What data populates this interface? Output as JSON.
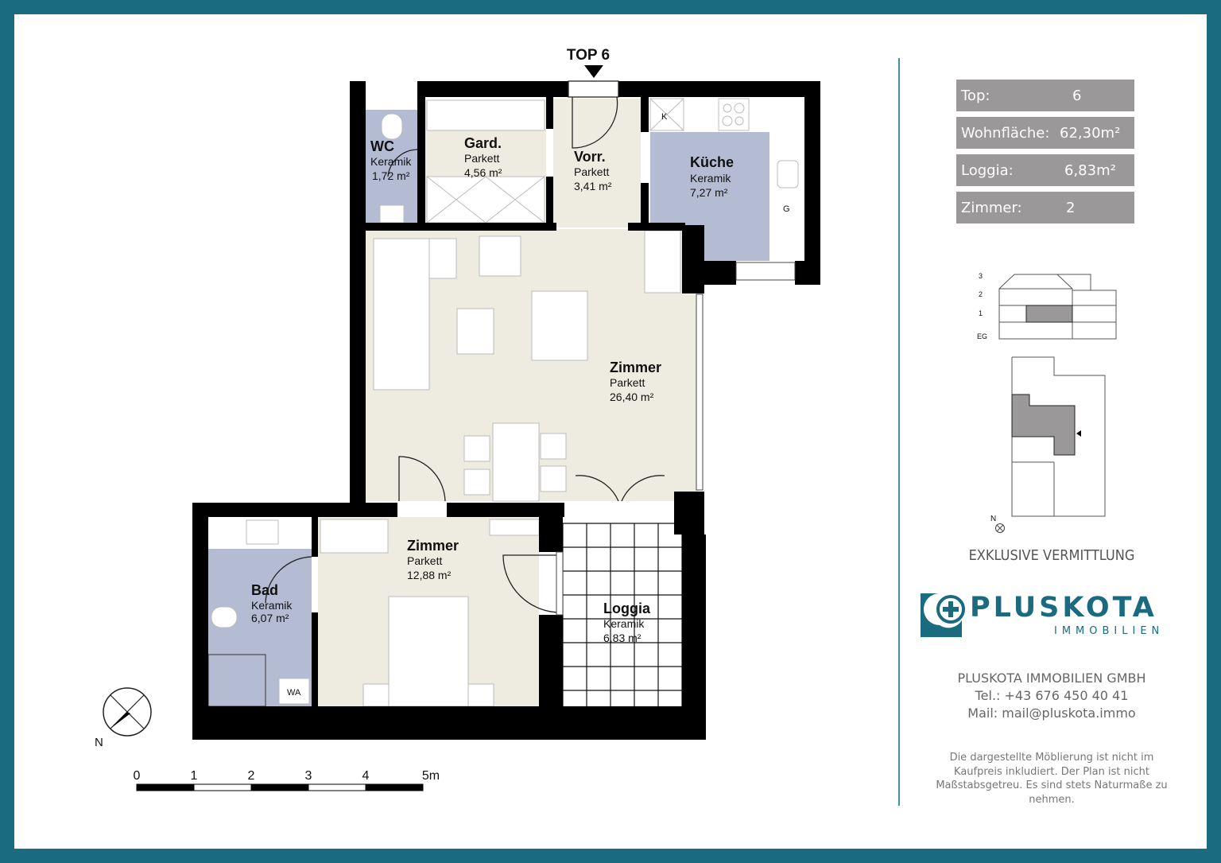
{
  "unit": {
    "label": "TOP 6"
  },
  "rooms": [
    {
      "name": "WC",
      "floor": "Keramik",
      "area": "1,72 m²"
    },
    {
      "name": "Gard.",
      "floor": "Parkett",
      "area": "4,56 m²"
    },
    {
      "name": "Vorr.",
      "floor": "Parkett",
      "area": "3,41 m²"
    },
    {
      "name": "Küche",
      "floor": "Keramik",
      "area": "7,27 m²"
    },
    {
      "name": "Zimmer",
      "floor": "Parkett",
      "area": "26,40 m²"
    },
    {
      "name": "Zimmer",
      "floor": "Parkett",
      "area": "12,88 m²"
    },
    {
      "name": "Bad",
      "floor": "Keramik",
      "area": "6,07 m²"
    },
    {
      "name": "Loggia",
      "floor": "Keramik",
      "area": "6,83 m²"
    }
  ],
  "fixtures": {
    "kitchen_k": "K",
    "kitchen_g": "G",
    "washer": "WA"
  },
  "compass": {
    "north_label": "N"
  },
  "scale_bar": {
    "ticks": [
      "0",
      "1",
      "2",
      "3",
      "4",
      "5m"
    ]
  },
  "summary": {
    "rows": [
      {
        "label": "Top:",
        "value": "6"
      },
      {
        "label": "Wohnfläche:",
        "value": "62,30m²"
      },
      {
        "label": "Loggia:",
        "value": "6,83m²"
      },
      {
        "label": "Zimmer:",
        "value": "2"
      }
    ]
  },
  "location_diagram": {
    "floors": [
      "3",
      "2",
      "1",
      "EG"
    ],
    "highlighted_floor": "1",
    "north_label": "N"
  },
  "branding": {
    "exclusive": "EXKLUSIVE VERMITTLUNG",
    "logo_main": "PLUSKOTA",
    "logo_sub": "IMMOBILIEN",
    "brand_color": "#1a6b7f",
    "company": "PLUSKOTA IMMOBILIEN GMBH",
    "phone": "Tel.: +43 676 450 40 41",
    "mail": "Mail: mail@pluskota.immo"
  },
  "disclaimer": "Die dargestellte Möblierung ist nicht im Kaufpreis inkludiert. Der Plan ist nicht Maßstabsgetreu. Es sind stets Naturmaße zu nehmen.",
  "colors": {
    "frame": "#1a6b7f",
    "parkett": "#eeebe0",
    "keramik": "#b4bcd4",
    "wall": "#000000",
    "info_box": "#9b9899"
  }
}
